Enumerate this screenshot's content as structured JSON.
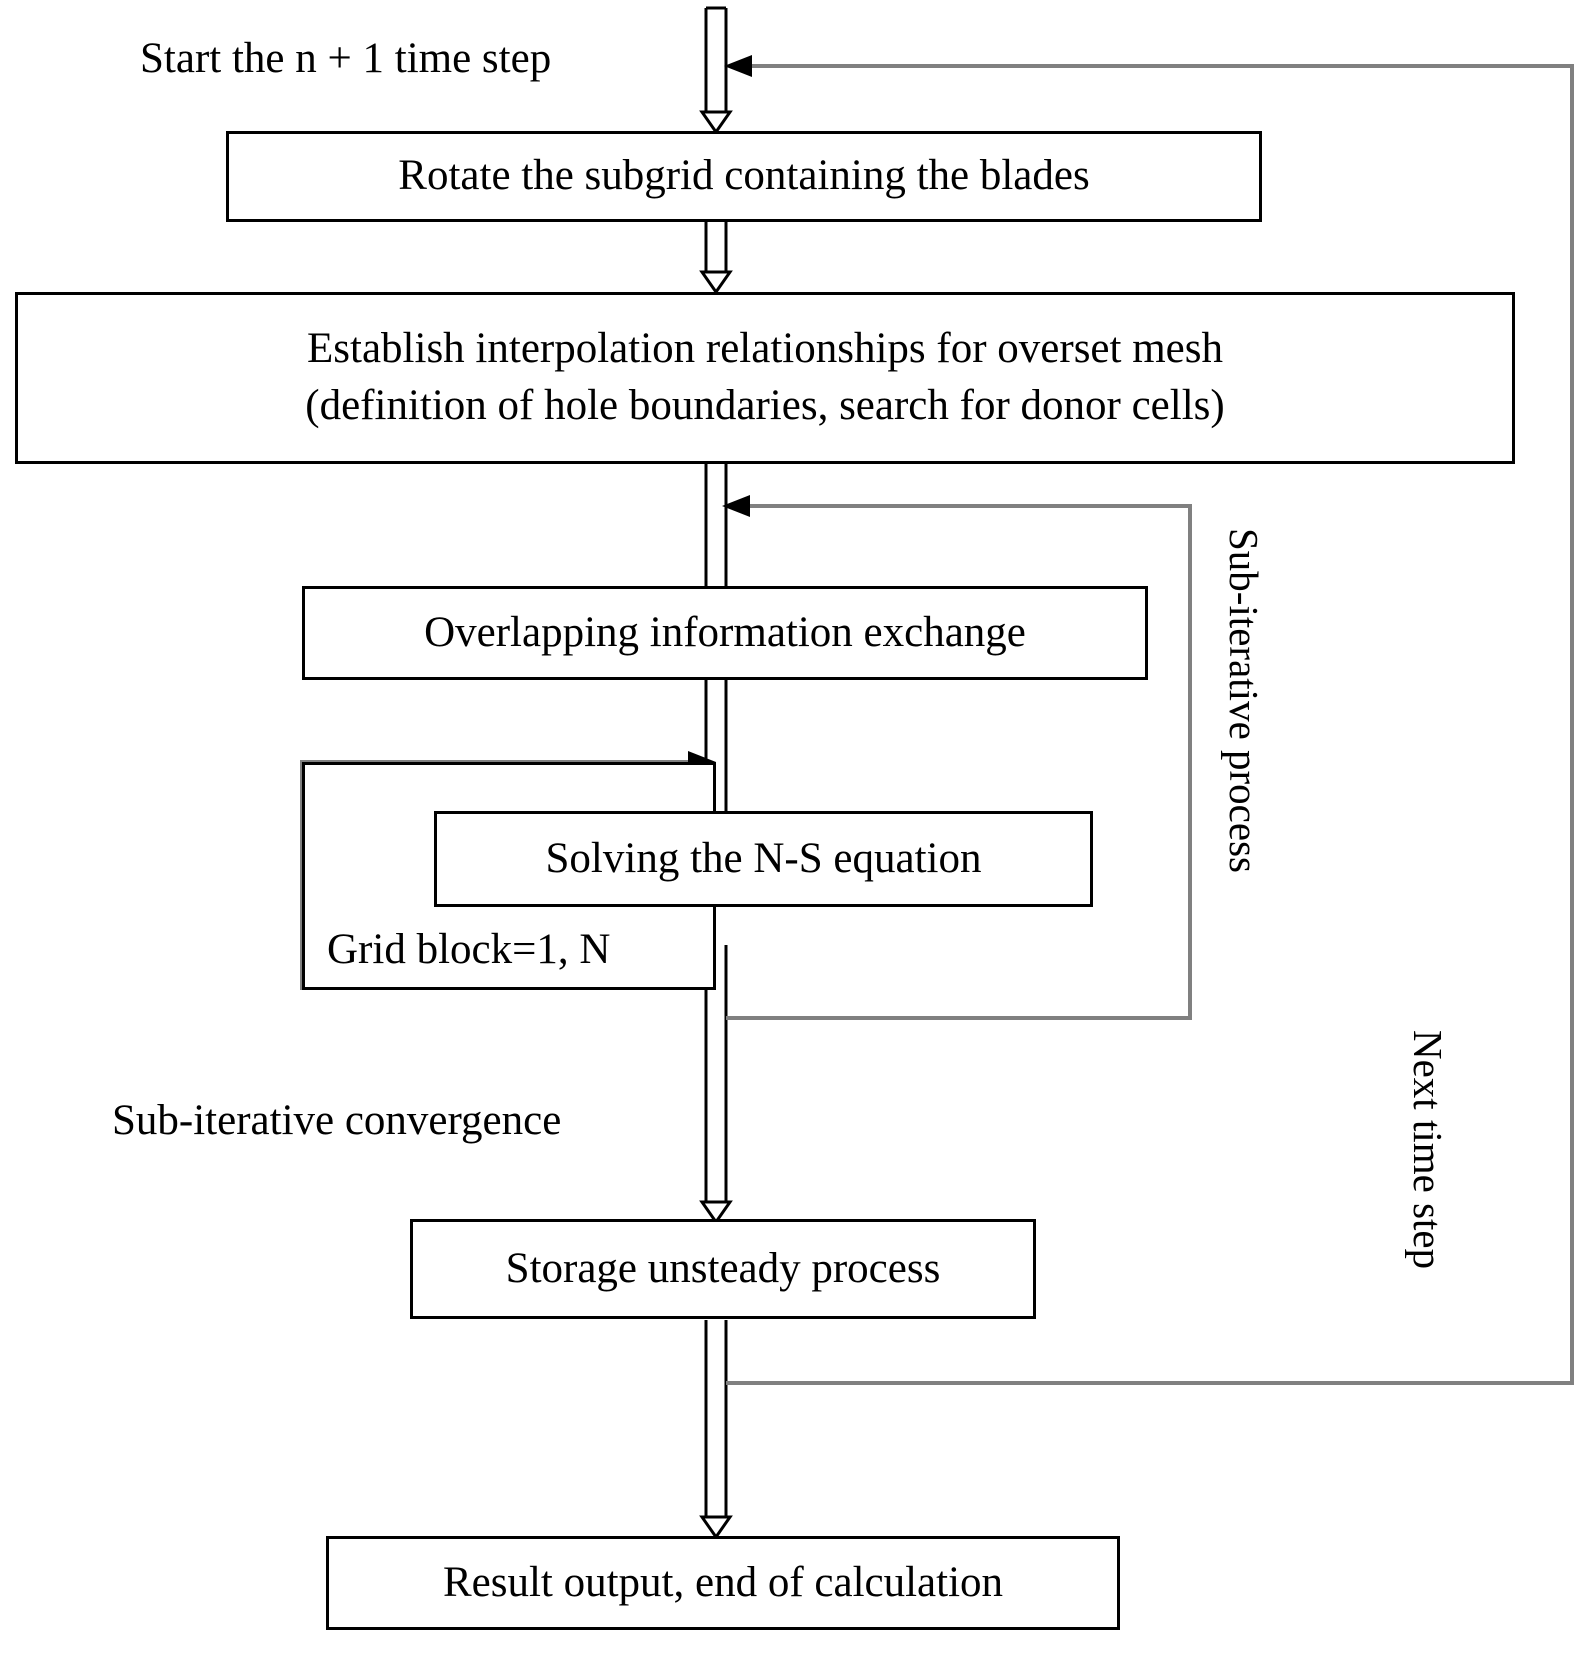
{
  "diagram": {
    "title_text": "Start the n + 1 time step",
    "nodes": [
      {
        "id": "rotate",
        "label": "Rotate the subgrid containing the blades"
      },
      {
        "id": "establish",
        "label_line1": "Establish interpolation relationships for overset mesh",
        "label_line2": "(definition  of hole boundaries, search for donor cells)"
      },
      {
        "id": "overlap",
        "label": "Overlapping information exchange"
      },
      {
        "id": "solve",
        "label": "Solving the N-S equation"
      },
      {
        "id": "gridblock",
        "label": "Grid block=1, N"
      },
      {
        "id": "storage",
        "label": "Storage unsteady process"
      },
      {
        "id": "result",
        "label": "Result output, end of calculation"
      }
    ],
    "annotations": [
      {
        "id": "sub-iter-convergence",
        "label": "Sub-iterative  convergence"
      },
      {
        "id": "sub-iter-process",
        "label": "Sub-iterative process"
      },
      {
        "id": "next-time-step",
        "label": "Next time step"
      }
    ],
    "colors": {
      "stroke": "#000000",
      "fill": "#ffffff",
      "feedback_stroke": "#808080",
      "arrowhead": "#000000"
    }
  }
}
